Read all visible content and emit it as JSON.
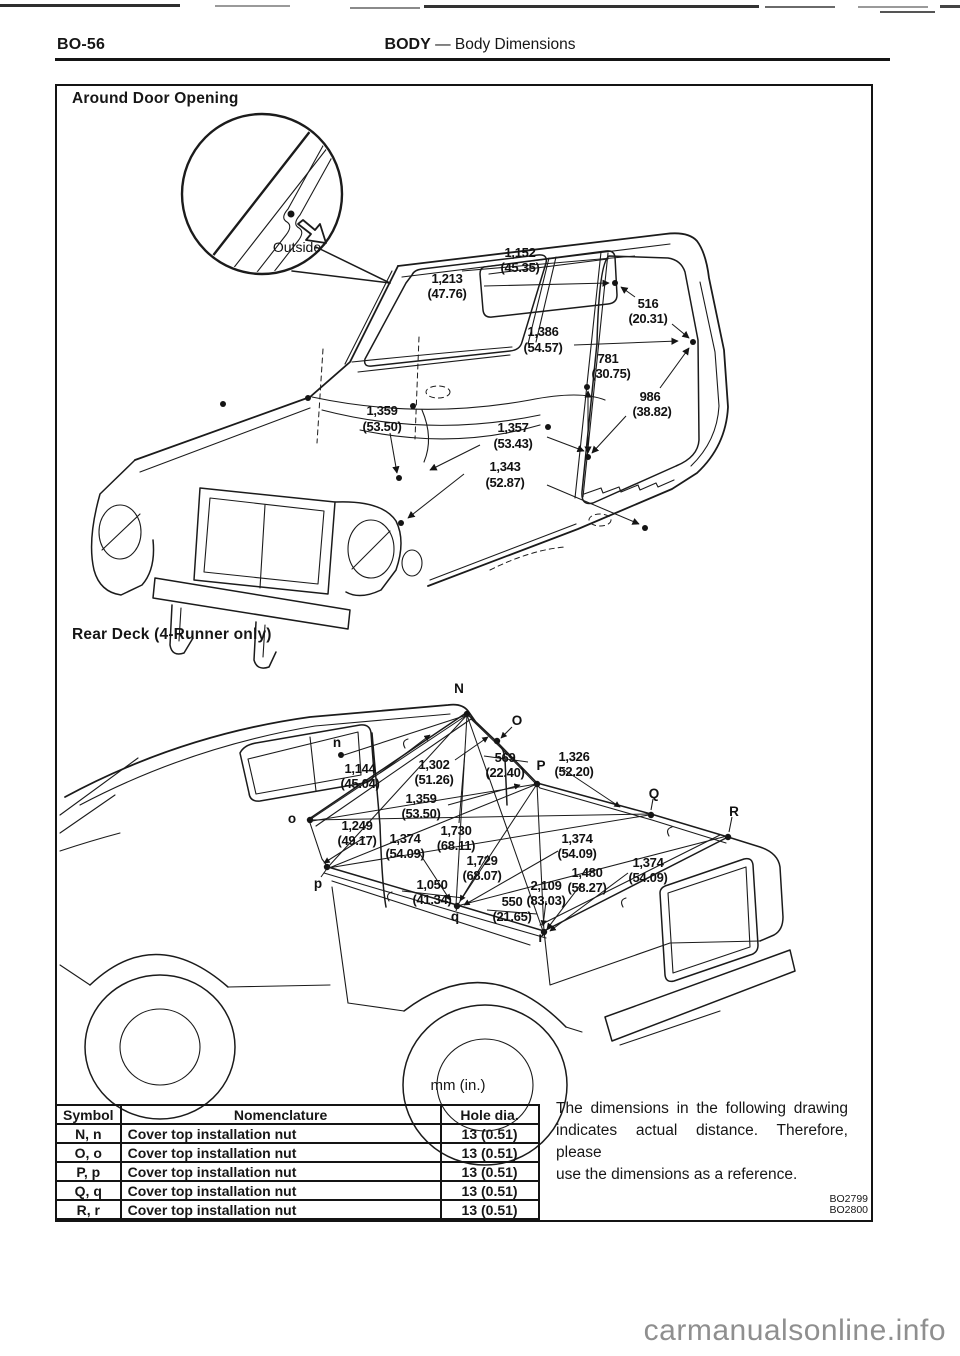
{
  "header": {
    "page_code": "BO-56",
    "section": "BODY",
    "title": "— Body Dimensions"
  },
  "door_opening": {
    "title": "Around Door Opening",
    "detail_label": "Outside",
    "dims": [
      {
        "mm": "1,152",
        "in": "(45.35)"
      },
      {
        "mm": "1,213",
        "in": "(47.76)"
      },
      {
        "mm": "516",
        "in": "(20.31)"
      },
      {
        "mm": "1,386",
        "in": "(54.57)"
      },
      {
        "mm": "781",
        "in": "(30.75)"
      },
      {
        "mm": "986",
        "in": "(38.82)"
      },
      {
        "mm": "1,359",
        "in": "(53.50)"
      },
      {
        "mm": "1,357",
        "in": "(53.43)"
      },
      {
        "mm": "1,343",
        "in": "(52.87)"
      }
    ]
  },
  "rear_deck": {
    "title": "Rear Deck (4-Runner only)",
    "points": {
      "N": "N",
      "O": "O",
      "n": "n",
      "P": "P",
      "o": "o",
      "p": "p",
      "Q": "Q",
      "q": "q",
      "R": "R",
      "r": "r"
    },
    "dims": [
      {
        "mm": "1,144",
        "in": "(45.04)"
      },
      {
        "mm": "1,302",
        "in": "(51.26)"
      },
      {
        "mm": "569",
        "in": "(22.40)"
      },
      {
        "mm": "1,326",
        "in": "(52.20)"
      },
      {
        "mm": "1,359",
        "in": "(53.50)"
      },
      {
        "mm": "1,249",
        "in": "(49.17)"
      },
      {
        "mm": "1,730",
        "in": "(68.11)"
      },
      {
        "mm": "1,374",
        "in": "(54.09)"
      },
      {
        "mm": "1,729",
        "in": "(68.07)"
      },
      {
        "mm": "1,374",
        "in": "(54.09)"
      },
      {
        "mm": "1,480",
        "in": "(58.27)"
      },
      {
        "mm": "2,109",
        "in": "(83.03)"
      },
      {
        "mm": "1,374",
        "in": "(54.09)"
      },
      {
        "mm": "1,050",
        "in": "(41.34)"
      },
      {
        "mm": "550",
        "in": "(21.65)"
      }
    ]
  },
  "units_note": "mm (in.)",
  "table": {
    "headers": [
      "Symbol",
      "Nomenclature",
      "Hole dia."
    ],
    "rows": [
      {
        "symbol": "N, n",
        "nomenclature": "Cover top installation nut",
        "hole_dia": "13 (0.51)"
      },
      {
        "symbol": "O, o",
        "nomenclature": "Cover top installation nut",
        "hole_dia": "13 (0.51)"
      },
      {
        "symbol": "P, p",
        "nomenclature": "Cover top installation nut",
        "hole_dia": "13 (0.51)"
      },
      {
        "symbol": "Q, q",
        "nomenclature": "Cover top installation nut",
        "hole_dia": "13 (0.51)"
      },
      {
        "symbol": "R, r",
        "nomenclature": "Cover top installation nut",
        "hole_dia": "13 (0.51)"
      }
    ]
  },
  "note": {
    "line1": "The dimensions in the following drawing",
    "line2": "indicates actual distance.  Therefore, please",
    "line3": "use the dimensions as a reference."
  },
  "ref_codes": [
    "BO2799",
    "BO2800"
  ],
  "watermark": "carmanualsonline.info"
}
